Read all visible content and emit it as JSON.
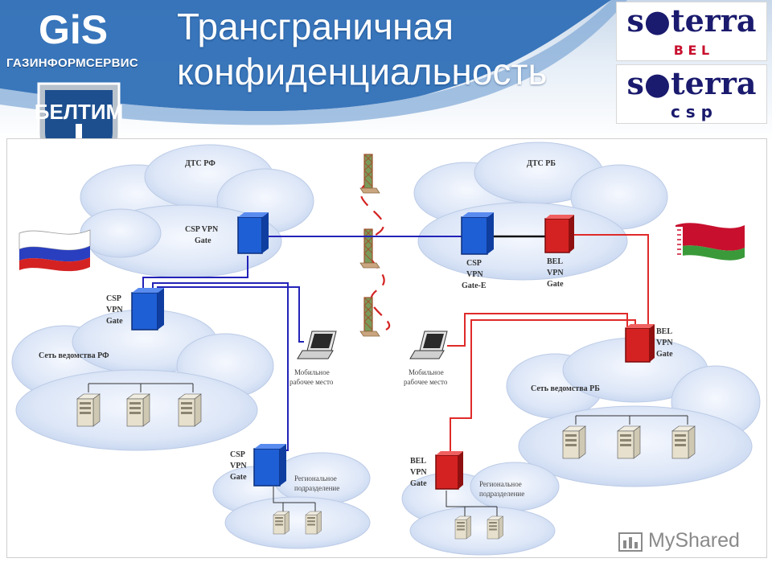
{
  "header": {
    "title_line1": "Трансграничная",
    "title_line2": "конфиденциальность",
    "company": "ГАЗИНФОРМСЕРВИС",
    "gis_logo": "GiS",
    "belt_logo": "БЕЛТИМ"
  },
  "brands": [
    {
      "word": "s●terra",
      "sub": "B E L",
      "sub_color": "#c8102e"
    },
    {
      "word": "s●terra",
      "sub": "c s p",
      "sub_color": "#1a1a6e"
    }
  ],
  "clouds": {
    "dts_rf": "ДТС РФ",
    "dts_rb": "ДТС РБ",
    "net_rf": "Сеть ведомства РФ",
    "net_rb": "Сеть ведомства РБ",
    "regional_left": [
      "Региональное",
      "подразделение"
    ],
    "regional_right": [
      "Региональное",
      "подразделение"
    ]
  },
  "gateways": {
    "csp_gate_top": [
      "CSP VPN",
      "Gate"
    ],
    "csp_gate_e": [
      "CSP",
      "VPN",
      "Gate-E"
    ],
    "bel_gate_top": [
      "BEL",
      "VPN",
      "Gate"
    ],
    "csp_gate_left": [
      "CSP",
      "VPN",
      "Gate"
    ],
    "bel_gate_right": [
      "BEL",
      "VPN",
      "Gate"
    ],
    "csp_gate_regional": [
      "CSP",
      "VPN",
      "Gate"
    ],
    "bel_gate_regional": [
      "BEL",
      "VPN",
      "Gate"
    ]
  },
  "mobile": {
    "left": [
      "Мобильное",
      "рабочее место"
    ],
    "right": [
      "Мобильное",
      "рабочее место"
    ]
  },
  "flags": {
    "left": "russia-flag",
    "right": "belarus-flag"
  },
  "colors": {
    "csp": "#1f5fd6",
    "bel": "#d42222",
    "blue_line": "#2323b8",
    "red_line": "#e02a2a",
    "cloud": "#dde7f7"
  },
  "watermark": "MyShared"
}
